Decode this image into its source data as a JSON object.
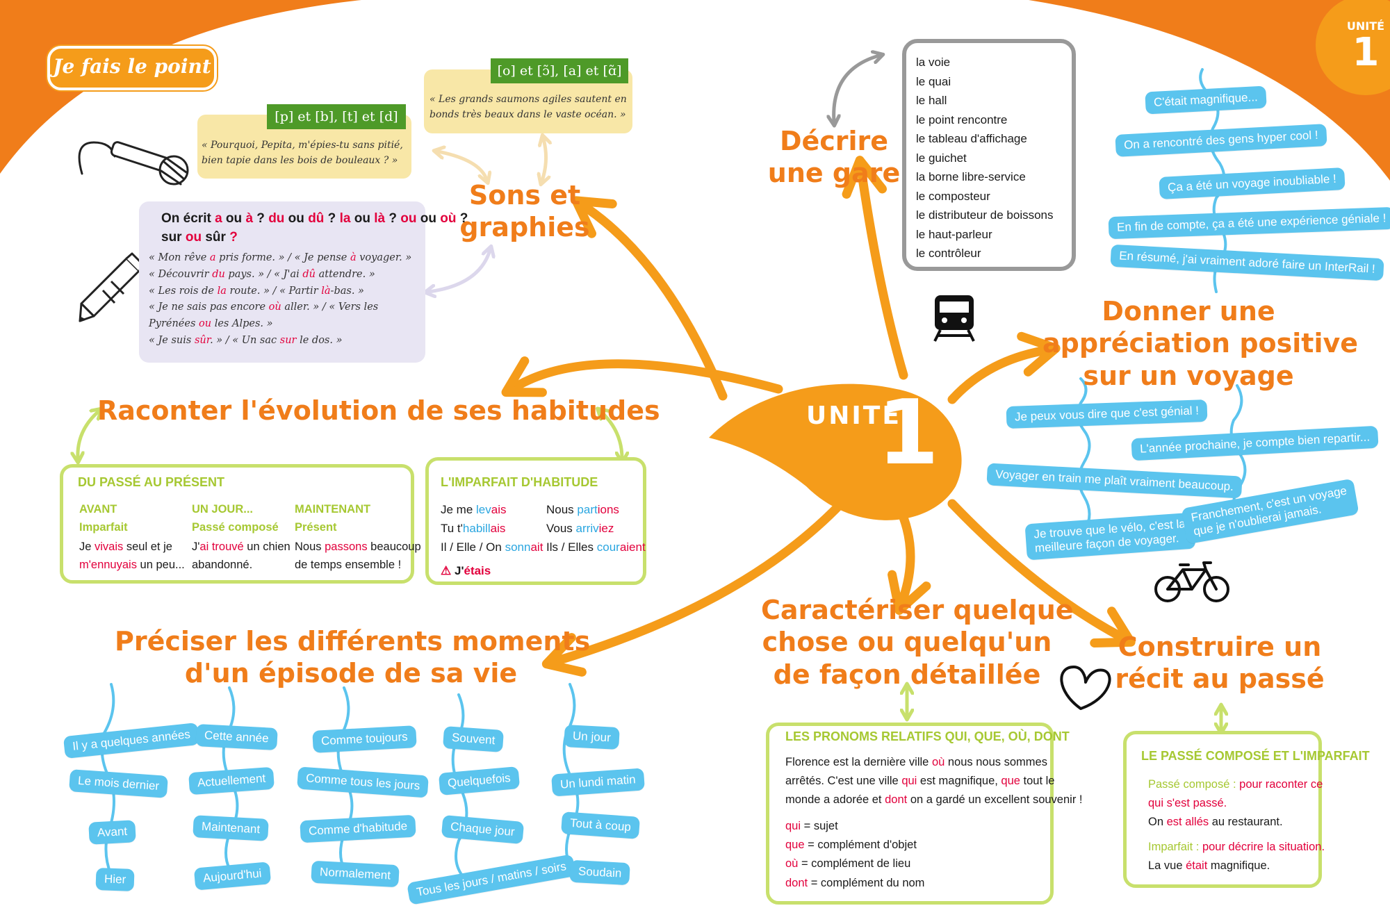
{
  "colors": {
    "orange": "#f07d1a",
    "blue": "#5bc4ee",
    "green": "#a6c832",
    "red": "#e2003c"
  },
  "badge": "Je fais le point",
  "unit": {
    "label": "UNITÉ",
    "number": "1"
  },
  "corner": {
    "label": "UNITÉ",
    "number": "1"
  },
  "sons": {
    "heading": "Sons et\ngraphies",
    "tag1": "[o] et [ɔ̃], [a] et [ɑ̃]",
    "quote1": "« Les grands saumons agiles sautent en bonds très beaux dans le vaste océan. »",
    "tag2": "[p] et [b], [t] et [d]",
    "quote2": "« Pourquoi, Pepita, m'épies-tu sans pitié, bien tapie dans les bois de bouleaux ? »",
    "rule_title_parts": [
      "On écrit ",
      "a",
      " ou ",
      "à",
      " ? ",
      "du",
      " ou ",
      "dû",
      " ? ",
      "la",
      " ou ",
      "là",
      " ? ",
      "ou",
      " ou ",
      "où",
      " ?",
      "\n",
      "sur",
      " ou ",
      "sûr",
      " ?"
    ],
    "rule_lines": [
      [
        "« Mon rêve ",
        "a",
        " pris forme. » / « Je pense ",
        "à",
        " voyager. »"
      ],
      [
        "« Découvrir ",
        "du",
        " pays. » / « J'ai ",
        "dû",
        " attendre. »"
      ],
      [
        "« Les rois de ",
        "la",
        " route. » / « Partir ",
        "là",
        "-bas. »"
      ],
      [
        "« Je ne sais pas encore ",
        "où",
        " aller. » / « Vers les"
      ],
      [
        "Pyrénées ",
        "ou",
        " les Alpes. »"
      ],
      [
        "« Je suis ",
        "sûr",
        ". » / « Un sac ",
        "sur",
        " le dos. »"
      ]
    ]
  },
  "gare": {
    "heading": "Décrire\nune gare",
    "items": [
      "la voie",
      "le quai",
      "le hall",
      "le point rencontre",
      "le tableau d'affichage",
      "le guichet",
      "la borne libre-service",
      "le composteur",
      "le distributeur de boissons",
      "le haut-parleur",
      "le contrôleur"
    ],
    "icon": "train-icon"
  },
  "appreciation": {
    "heading": "Donner une\nappréciation positive\nsur un voyage",
    "top_chips": [
      "C'était magnifique...",
      "On a rencontré des gens hyper cool !",
      "Ça a été un voyage inoubliable !",
      "En fin de compte, ça a été une expérience géniale !",
      "En résumé, j'ai vraiment adoré faire un InterRail !"
    ],
    "bottom_chips": [
      "Je peux vous dire que c'est génial !",
      "L'année prochaine, je compte bien repartir...",
      "Voyager en train me plaît vraiment beaucoup.",
      "Je trouve que le vélo, c'est la\nmeilleure façon de voyager.",
      "Franchement, c'est un voyage\nque je n'oublierai jamais."
    ],
    "icon": "bicycle-icon"
  },
  "habitudes": {
    "heading": "Raconter l'évolution de ses habitudes",
    "passe": {
      "title": "DU PASSÉ AU PRÉSENT",
      "cols": [
        {
          "label": "AVANT",
          "tense": "Imparfait",
          "parts": [
            "Je ",
            "vivais",
            " seul et je\n",
            "m'ennuyais",
            " un peu..."
          ]
        },
        {
          "label": "UN JOUR...",
          "tense": "Passé composé",
          "parts": [
            "J'",
            "ai trouvé",
            " un chien\nabandonné."
          ]
        },
        {
          "label": "MAINTENANT",
          "tense": "Présent",
          "parts": [
            "Nous ",
            "passons",
            " beaucoup\nde temps ensemble !"
          ]
        }
      ]
    },
    "imparfait": {
      "title": "L'IMPARFAIT D'HABITUDE",
      "left": [
        [
          "Je me ",
          "lev",
          "ais"
        ],
        [
          "Tu t'",
          "habill",
          "ais"
        ],
        [
          "Il / Elle / On ",
          "sonn",
          "ait"
        ]
      ],
      "right": [
        [
          "Nous ",
          "part",
          "ions"
        ],
        [
          "Vous ",
          "arriv",
          "iez"
        ],
        [
          "Ils / Elles ",
          "cour",
          "aient"
        ]
      ],
      "warning_parts": [
        "J'",
        "étais"
      ]
    }
  },
  "moments": {
    "heading": "Préciser les différents moments\nd'un épisode de sa vie",
    "columns": [
      [
        "Il y a quelques années",
        "Le mois dernier",
        "Avant",
        "Hier"
      ],
      [
        "Cette année",
        "Actuellement",
        "Maintenant",
        "Aujourd'hui"
      ],
      [
        "Comme toujours",
        "Comme tous les jours",
        "Comme d'habitude",
        "Normalement"
      ],
      [
        "Souvent",
        "Quelquefois",
        "Chaque jour",
        "Tous les jours / matins / soirs"
      ],
      [
        "Un jour",
        "Un lundi matin",
        "Tout à coup",
        "Soudain"
      ]
    ]
  },
  "caracteriser": {
    "heading": "Caractériser quelque\nchose ou quelqu'un\nde façon détaillée",
    "title": "LES PRONOMS RELATIFS QUI, QUE, OÙ, DONT",
    "text_parts": [
      "Florence est la dernière ville ",
      "où",
      " nous nous sommes\narrêtés. C'est une ville ",
      "qui",
      " est magnifique, ",
      "que",
      " tout le\nmonde a adorée et ",
      "dont",
      " on a gardé un excellent souvenir !"
    ],
    "defs": [
      [
        "qui",
        " = sujet"
      ],
      [
        "que",
        " = complément d'objet"
      ],
      [
        "où",
        " = complément de lieu"
      ],
      [
        "dont",
        " = complément du nom"
      ]
    ]
  },
  "recit": {
    "heading": "Construire un\nrécit au passé",
    "title": "LE PASSÉ COMPOSÉ ET L'IMPARFAIT",
    "pc_parts": [
      "Passé composé :",
      " pour raconter ce\nqui s'est passé.",
      "\nOn ",
      "est allés",
      " au restaurant."
    ],
    "imp_parts": [
      "Imparfait :",
      " pour décrire la situation.",
      "\nLa vue ",
      "était",
      " magnifique."
    ],
    "icon": "heart-icon"
  }
}
